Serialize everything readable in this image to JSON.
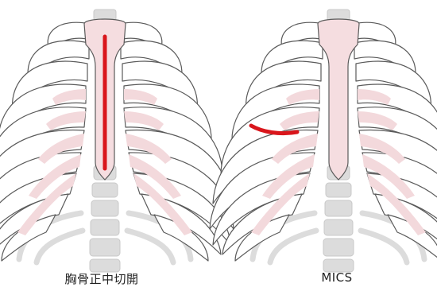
{
  "colors": {
    "bone_fill": "#ffffff",
    "bone_stroke": "#5a5a5a",
    "spine_gray": "#dcdcdc",
    "spine_stroke": "#c8c8c8",
    "cartilage_pink": "#f3d9dc",
    "sternum_pink": "#f5dde0",
    "incision_red": "#d9161c"
  },
  "left_figure": {
    "caption": "胸骨正中切開",
    "incision_type": "median-sternotomy"
  },
  "right_figure": {
    "caption": "MICS",
    "incision_type": "minimally-invasive-intercostal"
  }
}
